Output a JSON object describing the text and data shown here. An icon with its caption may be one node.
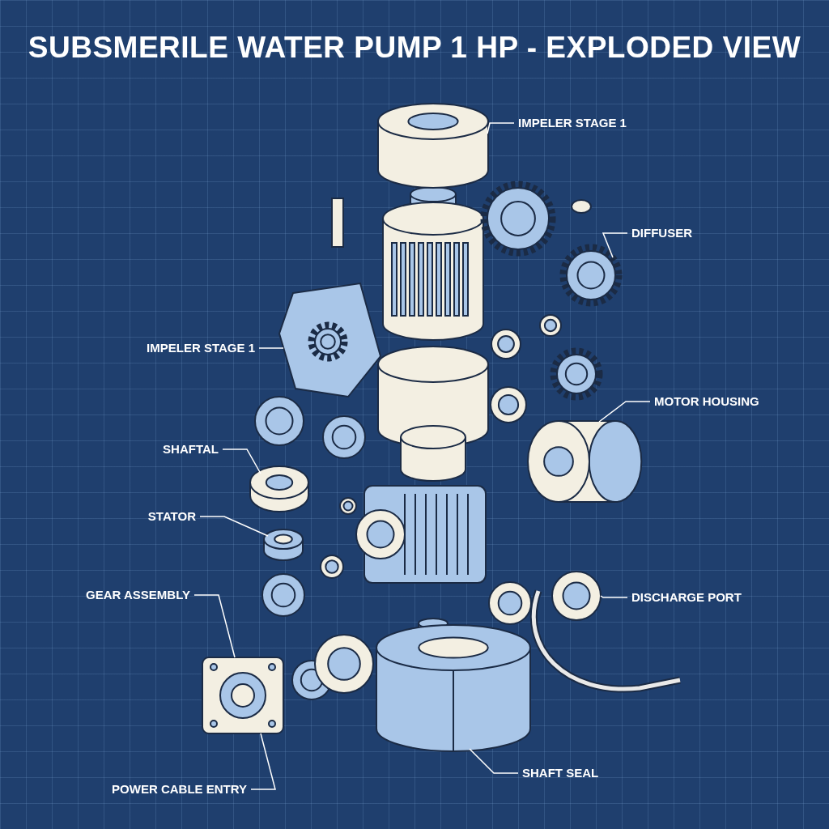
{
  "diagram": {
    "title": "SUBSMERILE WATER PUMP 1 HP - EXPLODED VIEW",
    "nodes": [
      {
        "text": [
          "IMPELER STAGE 1"
        ]
      },
      {
        "text": [
          "DIFFUSER"
        ]
      },
      {
        "text": [
          "IMPELER STAGE 1"
        ]
      },
      {
        "text": [
          "MOTOR HOUSING"
        ]
      },
      {
        "text": [
          "SHAFTAL"
        ]
      },
      {
        "text": [
          "STATOR"
        ]
      },
      {
        "text": [
          "GEAR ASSEMBLY"
        ]
      },
      {
        "text": [
          "DISCHARGE PORT"
        ]
      },
      {
        "text": [
          "SHAFT SEAL"
        ]
      },
      {
        "text": [
          "POWER CABLE ENTRY"
        ]
      },
      {
        "text": [],
        "shape": "cylinder"
      },
      {
        "text": [],
        "shape": "picture"
      },
      {
        "text": [],
        "shape": "picture"
      },
      {
        "text": [],
        "shape": "cylinder"
      },
      {
        "text": [],
        "shape": "cylinder"
      },
      {
        "text": [],
        "shape": "cylinder"
      },
      {
        "text": [],
        "shape": "box"
      },
      {
        "text": [],
        "shape": "circle"
      },
      {
        "text": [],
        "shape": "cylinder"
      }
    ],
    "edges": [
      {
        "from": 0,
        "to": 10,
        "arrow": "none"
      },
      {
        "from": 1,
        "to": 11,
        "arrow": "none"
      },
      {
        "from": 2,
        "to": 12,
        "arrow": "none"
      },
      {
        "from": 3,
        "to": 13,
        "arrow": "none"
      },
      {
        "from": 4,
        "to": 14,
        "arrow": "none"
      },
      {
        "from": 5,
        "to": 15,
        "arrow": "none"
      },
      {
        "from": 6,
        "to": 16,
        "arrow": "none"
      },
      {
        "from": 7,
        "to": 17,
        "arrow": "none"
      },
      {
        "from": 8,
        "to": 18,
        "arrow": "none"
      },
      {
        "from": 9,
        "to": 16,
        "arrow": "none"
      }
    ]
  }
}
